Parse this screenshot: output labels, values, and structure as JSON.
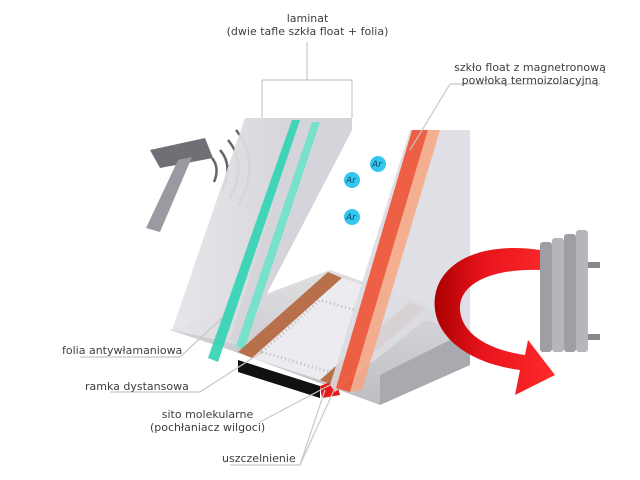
{
  "labels": {
    "laminate_title": "laminat",
    "laminate_desc": "(dwie tafle szkła float + folia)",
    "float_glass_line1": "szkło float z magnetronową",
    "float_glass_line2": "powłoką termoizolacyjną",
    "foil": "folia antywłamaniowa",
    "spacer": "ramka dystansowa",
    "sieve_line1": "sito molekularne",
    "sieve_line2": "(pochłaniacz wilgoci)",
    "seal": "uszczelnienie"
  },
  "gas": [
    "Ar",
    "Ar",
    "Ar"
  ],
  "colors": {
    "foil": "#2fd3b4",
    "coating": "#f04a2a",
    "arrow": "#e8141c",
    "spacer": "#b8704a",
    "gas": "#35c6f0"
  }
}
